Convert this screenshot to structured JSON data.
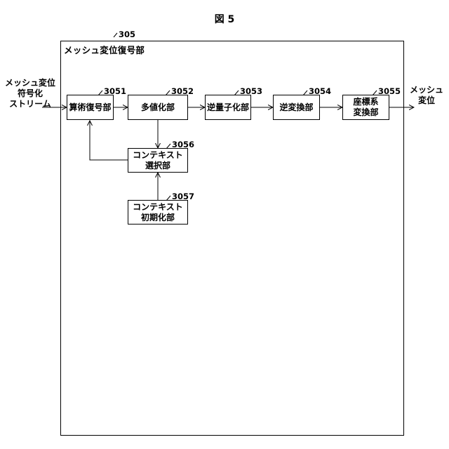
{
  "figure": {
    "title": "図 5"
  },
  "decoder": {
    "ref": "305",
    "label": "メッシュ変位復号部"
  },
  "input": {
    "lines": [
      "メッシュ変位",
      "符号化",
      "ストリーム"
    ]
  },
  "output": {
    "lines": [
      "メッシュ",
      "変位"
    ]
  },
  "blocks": [
    {
      "id": "arith",
      "ref": "3051",
      "lines": [
        "算術復号部"
      ]
    },
    {
      "id": "multival",
      "ref": "3052",
      "lines": [
        "多値化部"
      ]
    },
    {
      "id": "dequant",
      "ref": "3053",
      "lines": [
        "逆量子化部"
      ]
    },
    {
      "id": "invtrans",
      "ref": "3054",
      "lines": [
        "逆変換部"
      ]
    },
    {
      "id": "coord",
      "ref": "3055",
      "lines": [
        "座標系",
        "変換部"
      ]
    },
    {
      "id": "ctxsel",
      "ref": "3056",
      "lines": [
        "コンテキスト",
        "選択部"
      ]
    },
    {
      "id": "ctxinit",
      "ref": "3057",
      "lines": [
        "コンテキスト",
        "初期化部"
      ]
    }
  ]
}
